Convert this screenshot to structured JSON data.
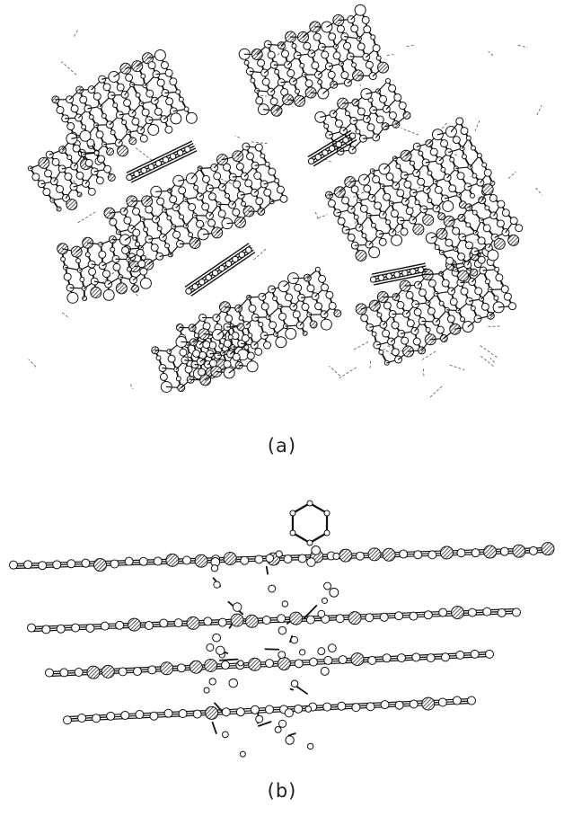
{
  "figure": {
    "panels": [
      {
        "id": "a",
        "label": "(a)"
      },
      {
        "id": "b",
        "label": "(b)"
      }
    ]
  },
  "colors": {
    "bond": "#111111",
    "atom_fill": "#ffffff",
    "hatched_atom": "#333333",
    "hbond_dash": "#555555"
  }
}
